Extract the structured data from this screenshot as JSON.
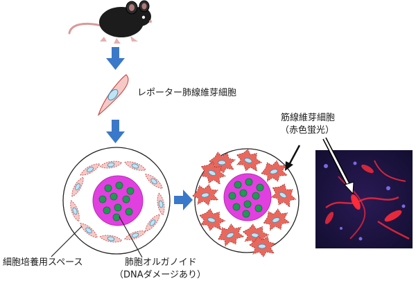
{
  "labels": {
    "reporter_fibroblast": "レポーター肺線維芽細胞",
    "muscle_fibroblast": "筋線維芽細胞",
    "red_fluorescence": "（赤色蛍光）",
    "culture_space": "細胞培養用スペース",
    "lung_organoid": "肺胞オルガノイド",
    "dna_damage": "（DNAダメージあり）"
  },
  "colors": {
    "arrow_blue": "#3a78c9",
    "fibroblast_fill": "#f5c9c6",
    "fibroblast_stroke": "#c84c4c",
    "nucleus": "#bfe4f4",
    "myofibroblast": "#e8685e",
    "organoid": "#e23fe0",
    "organoid_cell": "#1f9a52",
    "micrograph_bg": "#1a1440",
    "micrograph_cell": "#ff2a3a"
  },
  "icons": [
    "mouse-icon",
    "fibroblast-cell-icon",
    "down-arrow-icon",
    "right-arrow-icon"
  ]
}
